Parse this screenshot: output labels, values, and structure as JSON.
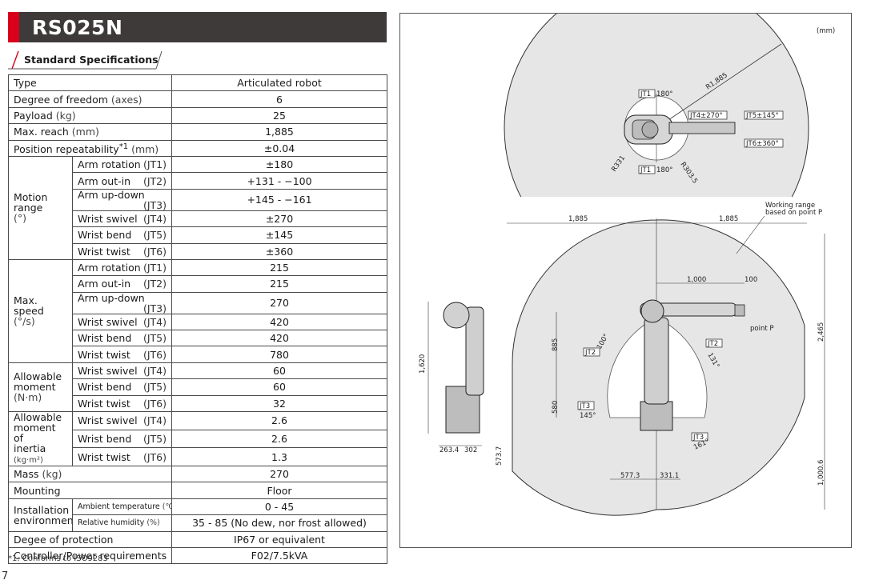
{
  "title": "RS025N",
  "section": "Standard Specifications",
  "spec": {
    "type": {
      "label": "Type",
      "value": "Articulated robot"
    },
    "dof": {
      "label": "Degree of freedom",
      "unit": "(axes)",
      "value": "6"
    },
    "payload": {
      "label": "Payload",
      "unit": "(kg)",
      "value": "25"
    },
    "reach": {
      "label": "Max. reach",
      "unit": "(mm)",
      "value": "1,885"
    },
    "repeat": {
      "label": "Position repeatability",
      "mark": "*1",
      "unit": "(mm)",
      "value": "±0.04"
    },
    "motion_range": {
      "label": "Motion range",
      "unit": "(°)",
      "rows": [
        {
          "name": "Arm rotation",
          "jt": "(JT1)",
          "value": "±180"
        },
        {
          "name": "Arm out-in",
          "jt": "(JT2)",
          "value": "+131 - −100"
        },
        {
          "name": "Arm up-down",
          "jt": "(JT3)",
          "value": "+145 - −161"
        },
        {
          "name": "Wrist swivel",
          "jt": "(JT4)",
          "value": "±270"
        },
        {
          "name": "Wrist bend",
          "jt": "(JT5)",
          "value": "±145"
        },
        {
          "name": "Wrist twist",
          "jt": "(JT6)",
          "value": "±360"
        }
      ]
    },
    "max_speed": {
      "label": "Max. speed",
      "unit": "(°/s)",
      "rows": [
        {
          "name": "Arm rotation",
          "jt": "(JT1)",
          "value": "215"
        },
        {
          "name": "Arm out-in",
          "jt": "(JT2)",
          "value": "215"
        },
        {
          "name": "Arm up-down",
          "jt": "(JT3)",
          "value": "270"
        },
        {
          "name": "Wrist swivel",
          "jt": "(JT4)",
          "value": "420"
        },
        {
          "name": "Wrist bend",
          "jt": "(JT5)",
          "value": "420"
        },
        {
          "name": "Wrist twist",
          "jt": "(JT6)",
          "value": "780"
        }
      ]
    },
    "moment": {
      "label": "Allowable moment",
      "unit": "(N·m)",
      "rows": [
        {
          "name": "Wrist swivel",
          "jt": "(JT4)",
          "value": "60"
        },
        {
          "name": "Wrist bend",
          "jt": "(JT5)",
          "value": "60"
        },
        {
          "name": "Wrist twist",
          "jt": "(JT6)",
          "value": "32"
        }
      ]
    },
    "inertia": {
      "label1": "Allowable",
      "label2": "moment of",
      "label3": "inertia",
      "unit": "(kg·m²)",
      "rows": [
        {
          "name": "Wrist swivel",
          "jt": "(JT4)",
          "value": "2.6"
        },
        {
          "name": "Wrist bend",
          "jt": "(JT5)",
          "value": "2.6"
        },
        {
          "name": "Wrist twist",
          "jt": "(JT6)",
          "value": "1.3"
        }
      ]
    },
    "mass": {
      "label": "Mass",
      "unit": "(kg)",
      "value": "270"
    },
    "mounting": {
      "label": "Mounting",
      "value": "Floor"
    },
    "env": {
      "label1": "Installation",
      "label2": "environment",
      "temp": {
        "name": "Ambient temperature",
        "unit": "(℃)",
        "value": "0 - 45"
      },
      "humidity": {
        "name": "Relative humidity",
        "unit": "(%)",
        "value": "35 - 85 (No dew, nor frost allowed)"
      }
    },
    "protection": {
      "label": "Degee of protection",
      "value": "IP67 or equivalent"
    },
    "controller": {
      "label": "Controller/Power requirements",
      "value": "F02/7.5kVA"
    }
  },
  "footnote": "*1: Conforms to ISO9283",
  "page_number": "7",
  "diagram": {
    "unit": "(mm)",
    "top": {
      "r_outer": "R1,885",
      "r_inner": "R331",
      "r_mid": "R303.5",
      "jt1_top": "JT1",
      "jt1_top_deg": "180°",
      "jt1_bot": "JT1",
      "jt1_bot_deg": "180°",
      "jt4": "JT4±270°",
      "jt5": "JT5±145°",
      "jt6": "JT6±360°"
    },
    "front": {
      "h_total": "1,620",
      "w1": "263.4",
      "w2": "302"
    },
    "side": {
      "left_span": "1,885",
      "right_span": "1,885",
      "working_range": "Working range",
      "working_range2": "based on point P",
      "d1000": "1,000",
      "d100": "100",
      "point_p": "point P",
      "h885": "885",
      "h580": "580",
      "h2465": "2,465",
      "h5737": "573.7",
      "h10006": "1,000.6",
      "w5773": "577.3",
      "w3311": "331.1",
      "jt2_left": "JT2",
      "jt2_left_deg": "100°",
      "jt2_right": "JT2",
      "jt2_right_deg": "131°",
      "jt3_left": "JT3",
      "jt3_left_deg": "145°",
      "jt3_right": "JT3",
      "jt3_right_deg": "161°"
    }
  }
}
